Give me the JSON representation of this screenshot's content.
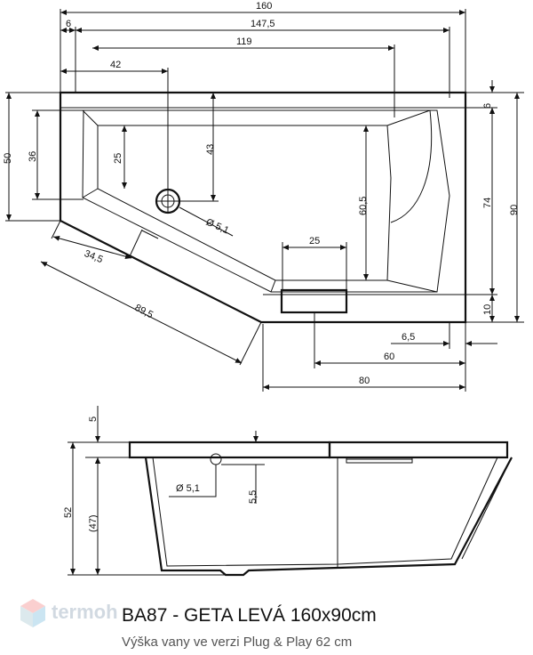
{
  "top_view": {
    "dims": {
      "w160": "160",
      "w6": "6",
      "w147_5": "147,5",
      "w119": "119",
      "w42": "42",
      "h50": "50",
      "h36": "36",
      "h25": "25",
      "h43": "43",
      "h60_5": "60,5",
      "w25": "25",
      "h6": "6",
      "h74": "74",
      "h90": "90",
      "h10": "10",
      "w6_5": "6,5",
      "w60": "60",
      "w80": "80",
      "d34_5": "34,5",
      "d89_5": "89,5",
      "drain": "Ø 5,1"
    }
  },
  "side_view": {
    "dims": {
      "h5": "5",
      "h52": "52",
      "h47": "(47)",
      "drain": "Ø 5,1",
      "h5_5": "5,5"
    }
  },
  "title": "BA87 - GETA LEVÁ 160x90cm",
  "subtitle": "Výška vany ve verzi Plug & Play 62 cm",
  "logo": {
    "text": "termoh",
    "icon": "cube-logo-icon"
  }
}
